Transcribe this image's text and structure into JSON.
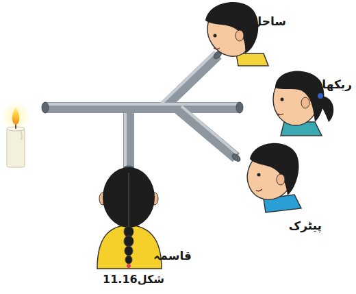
{
  "diagram": {
    "caption": "شکل11.16",
    "labels": [
      "ساحل",
      "ریکھا",
      "پیٹرک",
      "قاسمہ"
    ]
  }
}
